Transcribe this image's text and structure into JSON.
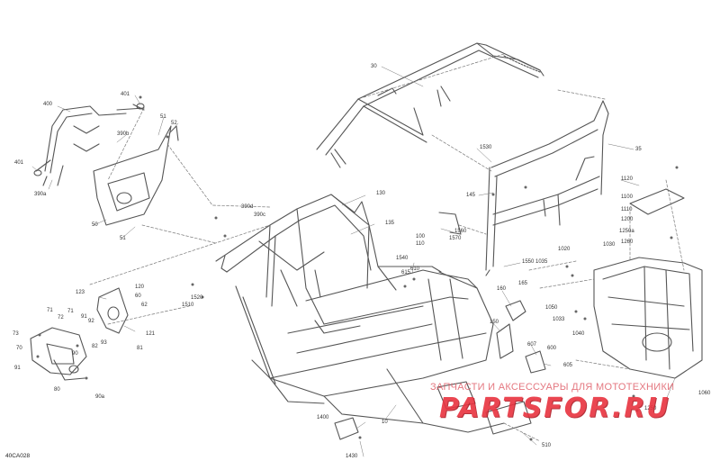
{
  "diagram": {
    "code": "40CA028",
    "watermark": {
      "text": "ЗАПЧАСТИ И АКСЕССУАРЫ ДЛЯ МОТОТЕХНИКИ",
      "logo": "PARTSFOR.RU"
    },
    "callouts": [
      {
        "id": "c30",
        "label": "30"
      },
      {
        "id": "c35",
        "label": "35"
      },
      {
        "id": "c400",
        "label": "400"
      },
      {
        "id": "c401a",
        "label": "401"
      },
      {
        "id": "c401b",
        "label": "401"
      },
      {
        "id": "c51a",
        "label": "51"
      },
      {
        "id": "c52",
        "label": "52"
      },
      {
        "id": "c390b",
        "label": "390b"
      },
      {
        "id": "c390a",
        "label": "390a"
      },
      {
        "id": "c50",
        "label": "50"
      },
      {
        "id": "c51b",
        "label": "51"
      },
      {
        "id": "c390d",
        "label": "390d"
      },
      {
        "id": "c390c",
        "label": "390c"
      },
      {
        "id": "c130",
        "label": "130"
      },
      {
        "id": "c135",
        "label": "135"
      },
      {
        "id": "c1530",
        "label": "1530"
      },
      {
        "id": "c145",
        "label": "145"
      },
      {
        "id": "c100",
        "label": "100"
      },
      {
        "id": "c110",
        "label": "110"
      },
      {
        "id": "c1560",
        "label": "1560"
      },
      {
        "id": "c1570",
        "label": "1570"
      },
      {
        "id": "c1550",
        "label": "1550"
      },
      {
        "id": "c1120",
        "label": "1120"
      },
      {
        "id": "c1100",
        "label": "1100"
      },
      {
        "id": "c1110",
        "label": "1110"
      },
      {
        "id": "c1200",
        "label": "1200"
      },
      {
        "id": "c1250a",
        "label": "1250a"
      },
      {
        "id": "c1260",
        "label": "1260"
      },
      {
        "id": "c1020",
        "label": "1020"
      },
      {
        "id": "c1030",
        "label": "1030"
      },
      {
        "id": "c1035",
        "label": "1035"
      },
      {
        "id": "c1540",
        "label": "1540"
      },
      {
        "id": "c615",
        "label": "615"
      },
      {
        "id": "c610",
        "label": "610"
      },
      {
        "id": "c160",
        "label": "160"
      },
      {
        "id": "c165",
        "label": "165"
      },
      {
        "id": "c1050",
        "label": "1050"
      },
      {
        "id": "c1033",
        "label": "1033"
      },
      {
        "id": "c1040",
        "label": "1040"
      },
      {
        "id": "c150",
        "label": "150"
      },
      {
        "id": "c607",
        "label": "607"
      },
      {
        "id": "c600",
        "label": "600"
      },
      {
        "id": "c605",
        "label": "605"
      },
      {
        "id": "c1060",
        "label": "1060"
      },
      {
        "id": "c1250",
        "label": "1250"
      },
      {
        "id": "c123",
        "label": "123"
      },
      {
        "id": "c120",
        "label": "120"
      },
      {
        "id": "c60",
        "label": "60"
      },
      {
        "id": "c62",
        "label": "62"
      },
      {
        "id": "c121",
        "label": "121"
      },
      {
        "id": "c1520",
        "label": "1520"
      },
      {
        "id": "c1510",
        "label": "1510"
      },
      {
        "id": "c71a",
        "label": "71"
      },
      {
        "id": "c72",
        "label": "72"
      },
      {
        "id": "c71b",
        "label": "71"
      },
      {
        "id": "c73",
        "label": "73"
      },
      {
        "id": "c70",
        "label": "70"
      },
      {
        "id": "c91a",
        "label": "91"
      },
      {
        "id": "c92",
        "label": "92"
      },
      {
        "id": "c91b",
        "label": "91"
      },
      {
        "id": "c82",
        "label": "82"
      },
      {
        "id": "c90",
        "label": "90"
      },
      {
        "id": "c93",
        "label": "93"
      },
      {
        "id": "c81",
        "label": "81"
      },
      {
        "id": "c80",
        "label": "80"
      },
      {
        "id": "c90a",
        "label": "90a"
      },
      {
        "id": "c10",
        "label": "10"
      },
      {
        "id": "c1400",
        "label": "1400"
      },
      {
        "id": "c1430",
        "label": "1430"
      },
      {
        "id": "c510",
        "label": "510"
      }
    ]
  }
}
